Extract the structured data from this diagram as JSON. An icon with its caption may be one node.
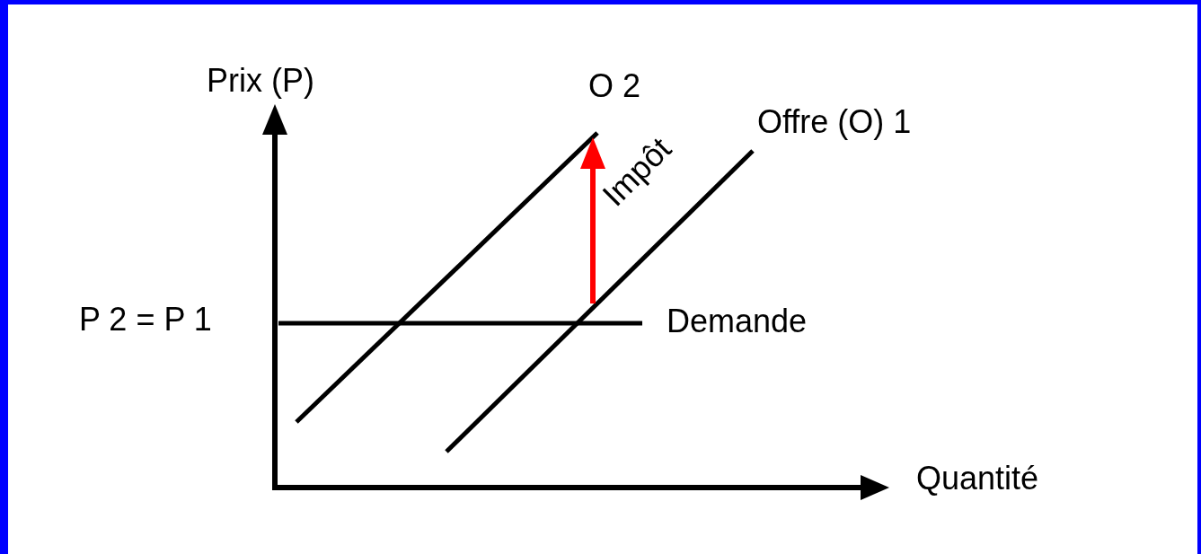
{
  "diagram": {
    "labels": [
      "Prix (P)",
      "O 2",
      "Offre (O) 1",
      "Impôt",
      "P 2 = P 1",
      "Demande",
      "Quantité"
    ]
  }
}
